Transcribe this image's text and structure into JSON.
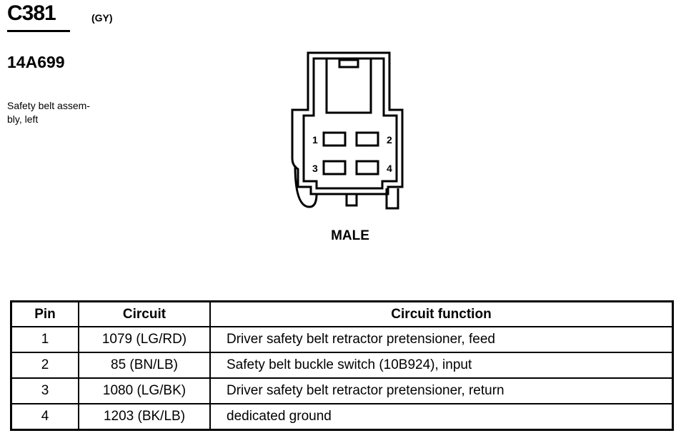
{
  "connector": {
    "id": "C381",
    "color_code": "(GY)",
    "part_number": "14A699",
    "description": "Safety belt assem- bly, left",
    "description_line1": "Safety belt assem-",
    "description_line2": "bly, left",
    "gender": "MALE"
  },
  "diagram": {
    "pin_labels": [
      "1",
      "2",
      "3",
      "4"
    ]
  },
  "table": {
    "headers": [
      "Pin",
      "Circuit",
      "Circuit function"
    ],
    "rows": [
      {
        "pin": "1",
        "circuit": "1079 (LG/RD)",
        "function": "Driver safety belt retractor pretensioner, feed"
      },
      {
        "pin": "2",
        "circuit": "85 (BN/LB)",
        "function": "Safety belt buckle switch (10B924), input"
      },
      {
        "pin": "3",
        "circuit": "1080 (LG/BK)",
        "function": "Driver safety belt retractor pretensioner, return"
      },
      {
        "pin": "4",
        "circuit": "1203 (BK/LB)",
        "function": "dedicated ground"
      }
    ]
  }
}
